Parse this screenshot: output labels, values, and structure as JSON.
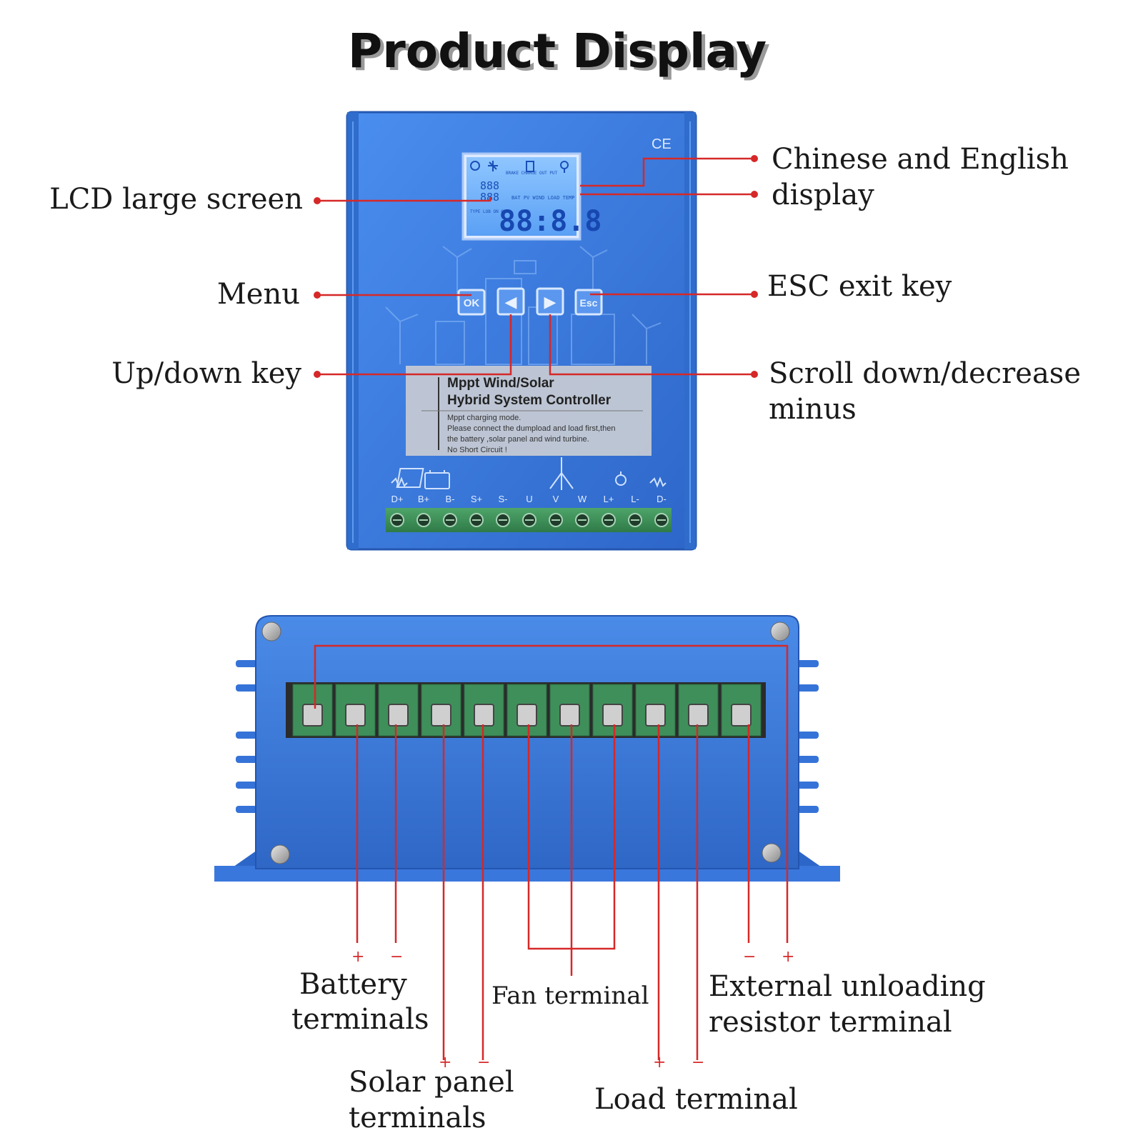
{
  "title": "Product Display",
  "colors": {
    "body_blue": "#3a7ee0",
    "body_dark": "#2a63c2",
    "lcd": "#5ea8ff",
    "terminal_green": "#3f8f5a",
    "callout_red": "#d62828"
  },
  "front_panel": {
    "ce_mark": "CE",
    "lcd": {
      "digits_large": "88:8.8",
      "digits_small_1": "888",
      "digits_small_2": "888",
      "row_labels": "BAT PV WIND LOAD TEMP",
      "top_labels": "BRAKE CHARGE OUT PUT",
      "side_labels": "TYPE LOB ON OFF"
    },
    "buttons": {
      "ok": "OK",
      "left": "◀",
      "right": "▶",
      "esc": "Esc"
    },
    "label_card": {
      "heading_1": "Mppt Wind/Solar",
      "heading_2": "Hybrid System Controller",
      "line_1": "Mppt charging mode.",
      "line_2": "Please connect the dumpload and load first,then",
      "line_3": "the battery ,solar panel and wind turbine.",
      "line_4": "No Short Circuit !"
    },
    "terminal_labels": [
      "D+",
      "B+",
      "B-",
      "S+",
      "S-",
      "U",
      "V",
      "W",
      "L+",
      "L-",
      "D-"
    ]
  },
  "callouts_left": {
    "lcd": "LCD large screen",
    "menu": "Menu",
    "updown": "Up/down key"
  },
  "callouts_right": {
    "chinese_1": "Chinese and English",
    "chinese_2": "display",
    "esc": "ESC exit key",
    "scroll_1": "Scroll down/decrease",
    "scroll_2": "minus"
  },
  "bottom_labels": {
    "battery_1": "Battery",
    "battery_2": "terminals",
    "solar_1": "Solar panel",
    "solar_2": "terminals",
    "fan": "Fan terminal",
    "load": "Load terminal",
    "external_1": "External unloading",
    "external_2": "resistor terminal",
    "plus": "+",
    "minus": "−"
  }
}
